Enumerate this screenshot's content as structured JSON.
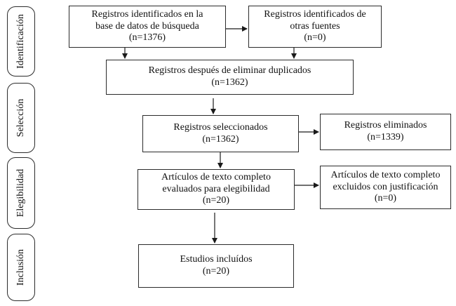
{
  "phases": {
    "identification": "Identificación",
    "selection": "Selección",
    "eligibility": "Elegibilidad",
    "inclusion": "Inclusión"
  },
  "boxes": {
    "db_records": {
      "line1": "Registros identificados en la",
      "line2": "base de datos de búsqueda",
      "count": "(n=1376)"
    },
    "other_sources": {
      "line1": "Registros identificados de",
      "line2": "otras fuentes",
      "count": "(n=0)"
    },
    "after_duplicates": {
      "line1": "Registros después de eliminar duplicados",
      "count": "(n=1362)"
    },
    "screened": {
      "line1": "Registros seleccionados",
      "count": "(n=1362)"
    },
    "excluded": {
      "line1": "Registros eliminados",
      "count": "(n=1339)"
    },
    "full_text": {
      "line1": "Artículos de texto completo",
      "line2": "evaluados para elegibilidad",
      "count": "(n=20)"
    },
    "full_text_excluded": {
      "line1": "Artículos de texto completo",
      "line2": "excluidos con justificación",
      "count": "(n=0)"
    },
    "included": {
      "line1": "Estudios incluídos",
      "count": "(n=20)"
    }
  }
}
